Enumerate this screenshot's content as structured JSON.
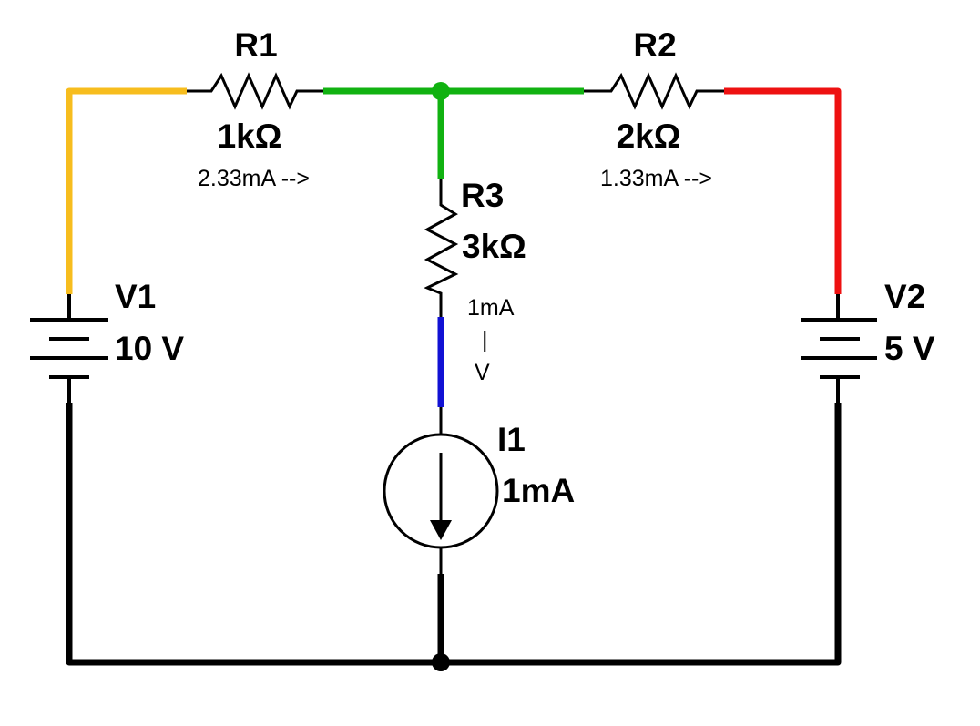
{
  "colors": {
    "background": "#ffffff",
    "node_v1": "#f7bd1e",
    "node_mid": "#11b211",
    "node_v2": "#ee1111",
    "node_i1": "#1111d4",
    "ground": "#000000",
    "component": "#000000"
  },
  "components": {
    "r1": {
      "name": "R1",
      "value": "1kΩ",
      "current": "2.33mA -->"
    },
    "r2": {
      "name": "R2",
      "value": "2kΩ",
      "current": "1.33mA -->"
    },
    "r3": {
      "name": "R3",
      "value": "3kΩ",
      "current": "1mA",
      "arrow_stem": "|",
      "arrow_head": "V"
    },
    "v1": {
      "name": "V1",
      "value": "10 V"
    },
    "v2": {
      "name": "V2",
      "value": "5 V"
    },
    "i1": {
      "name": "I1",
      "value": "1mA"
    }
  }
}
